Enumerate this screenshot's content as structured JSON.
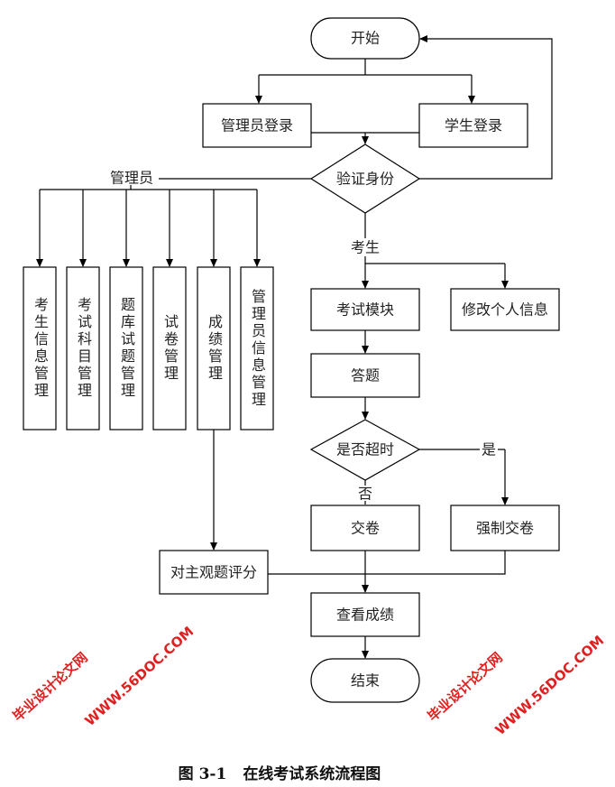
{
  "nodes": {
    "start": "开始",
    "admin_login": "管理员登录",
    "student_login": "学生登录",
    "verify": "验证身份",
    "admin_label": "管理员",
    "student_label": "考生",
    "admin_modules": [
      "考生信息管理",
      "考试科目管理",
      "题库试题管理",
      "试卷管理",
      "成绩管理",
      "管理员信息管理"
    ],
    "exam_module": "考试模块",
    "edit_info": "修改个人信息",
    "answer": "答题",
    "timeout": "是否超时",
    "yes": "是",
    "no": "否",
    "submit": "交卷",
    "force_submit": "强制交卷",
    "grade_subjective": "对主观题评分",
    "view_score": "查看成绩",
    "end": "结束"
  },
  "caption": {
    "number": "图 3-1",
    "title": "在线考试系统流程图"
  },
  "watermarks": [
    "毕业设计论文网",
    "WWW.56DOC.COM"
  ],
  "colors": {
    "line": "#000000",
    "watermark": "#e02020"
  }
}
